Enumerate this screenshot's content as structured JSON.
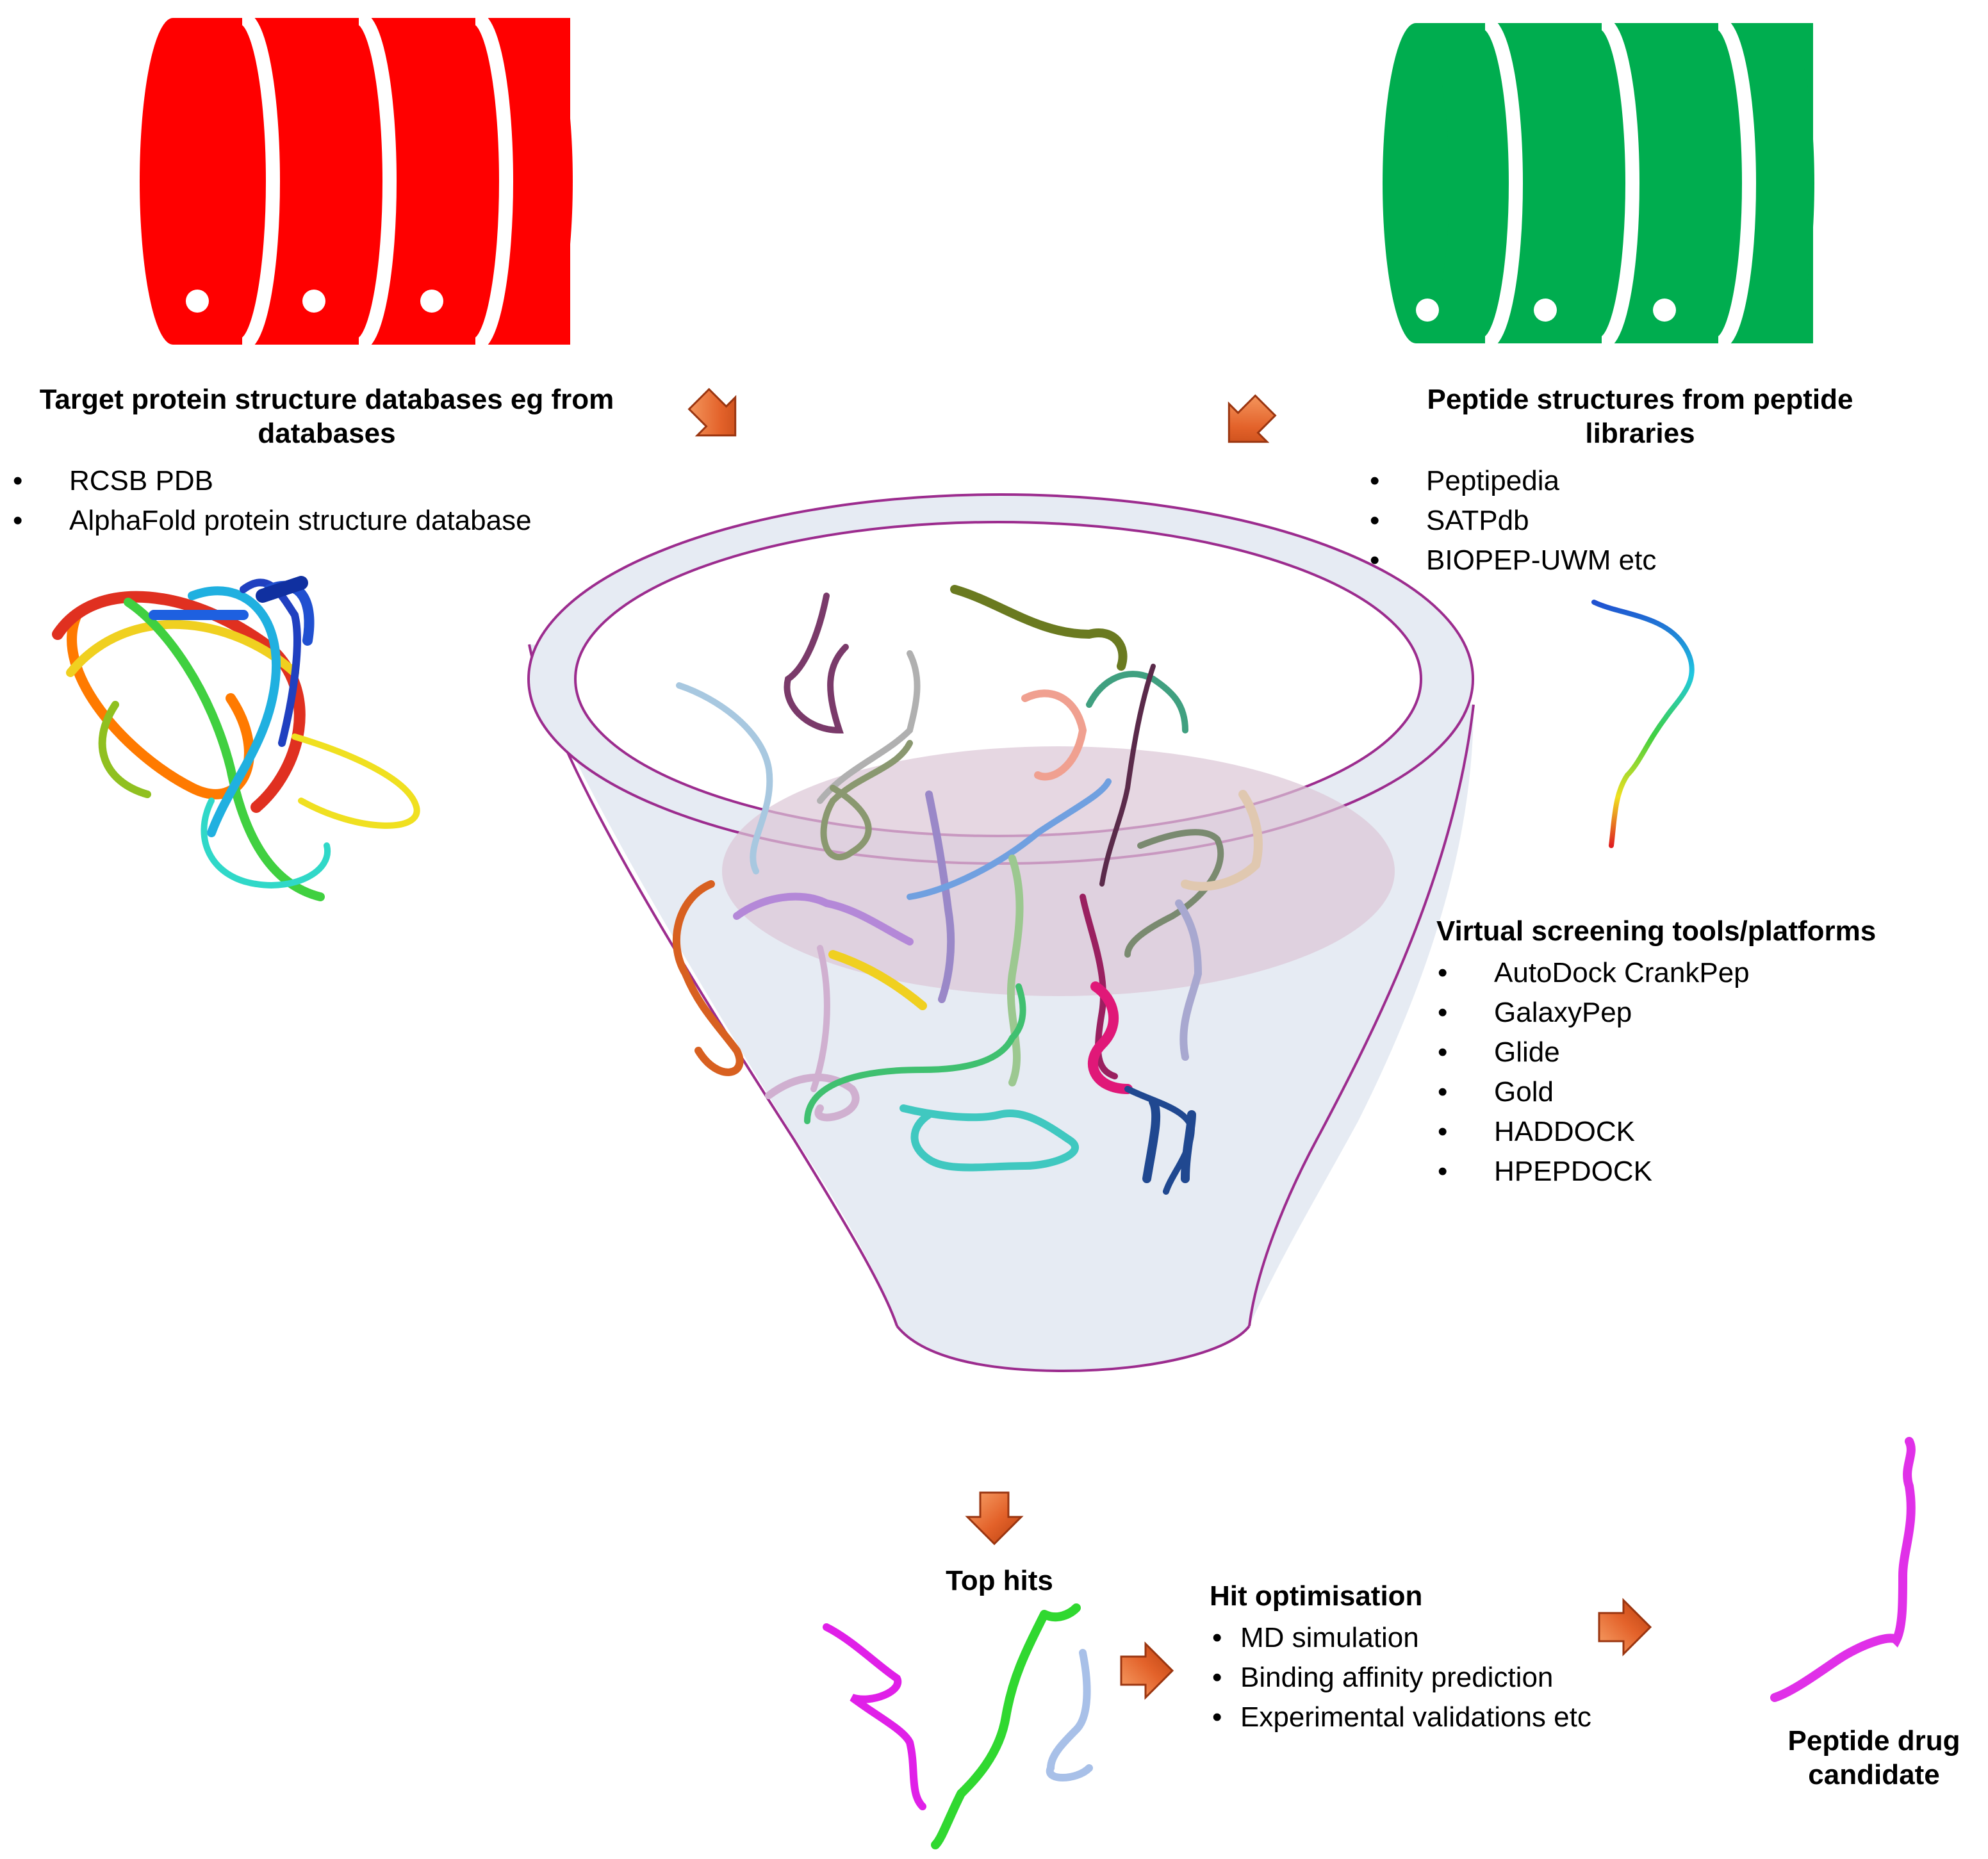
{
  "target": {
    "heading": "Target protein structure databases  eg from databases",
    "items": [
      "RCSB PDB",
      "AlphaFold protein structure database"
    ]
  },
  "peptide": {
    "heading": "Peptide structures from peptide libraries",
    "items": [
      "Peptipedia",
      "SATPdb",
      "BIOPEP-UWM etc"
    ]
  },
  "screening": {
    "heading": "Virtual screening tools/platforms",
    "items": [
      "AutoDock CrankPep",
      "GalaxyPep",
      "Glide",
      "Gold",
      "HADDOCK",
      "HPEPDOCK"
    ]
  },
  "top_hits": {
    "heading": "Top hits"
  },
  "optimisation": {
    "heading": "Hit optimisation",
    "items": [
      "MD simulation",
      "Binding affinity prediction",
      "Experimental validations etc"
    ]
  },
  "candidate": {
    "heading": "Peptide drug candidate"
  },
  "bullet_char": "•",
  "colors": {
    "target_db": "#ff0000",
    "peptide_db": "#00ad4f",
    "funnel_fill": "#e6ebf3",
    "funnel_outline": "#9c2c8e",
    "arrow": "#e0622a"
  }
}
